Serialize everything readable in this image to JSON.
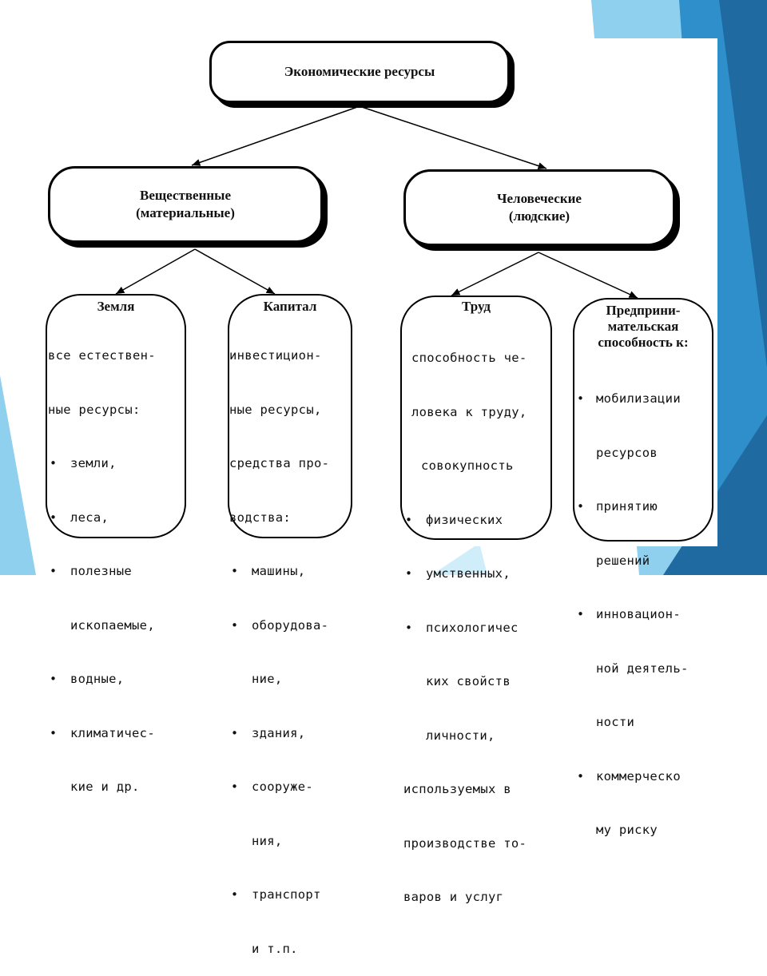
{
  "colors": {
    "accent_dark": "#1f6aa0",
    "accent_mid": "#2f8fcb",
    "accent_light": "#8fd0ee"
  },
  "root": {
    "label": "Экономические ресурсы"
  },
  "material": {
    "line1": "Вещественные",
    "line2": "(материальные)"
  },
  "human": {
    "line1": "Человеческие",
    "line2": "(людские)"
  },
  "land": {
    "title": "Земля",
    "intro": [
      "все естествен-",
      "ные ресурсы:"
    ],
    "items": [
      "земли,",
      "леса,",
      "полезные",
      "ископаемые,",
      "водные,",
      "климатичес-",
      "кие и др."
    ],
    "bullet": "•"
  },
  "capital": {
    "title": "Капитал",
    "intro": [
      "инвестицион-",
      "ные ресурсы,",
      "средства про-",
      "водства:"
    ],
    "items": [
      "машины,",
      "оборудова-",
      "ние,",
      "здания,",
      "сооруже-",
      "ния,",
      "транспорт",
      "и т.п."
    ],
    "bullet": "•"
  },
  "labor": {
    "title": "Труд",
    "intro": [
      "способность че-",
      "ловека к труду,",
      "совокупность"
    ],
    "items": [
      "физических",
      "умственных,",
      "психологичес",
      "ких свойств",
      "личности,"
    ],
    "outro": [
      "используемых в",
      "производстве то-",
      "варов и услуг"
    ],
    "bullet": "•"
  },
  "entrepreneur": {
    "title": [
      "Предприни-",
      "мательская",
      "способность к:"
    ],
    "items": [
      "мобилизации",
      "ресурсов",
      "принятию",
      "решений",
      "инновацион-",
      "ной деятель-",
      "ности",
      "коммерческо",
      "му риску"
    ],
    "bullet": "•"
  }
}
